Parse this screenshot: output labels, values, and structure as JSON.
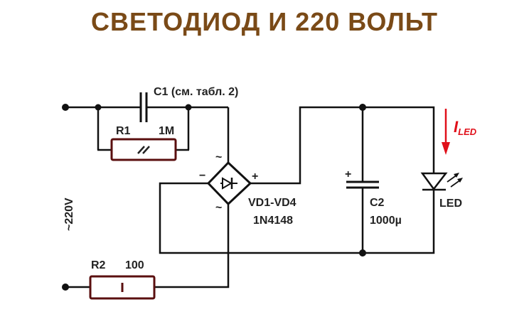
{
  "title": "СВЕТОДИОД И 220 ВОЛЬТ",
  "colors": {
    "title": "#7a4a17",
    "wire": "#111111",
    "resistor": "#5a0f0f",
    "current_arrow": "#e0101a"
  },
  "source": {
    "label": "~220V"
  },
  "components": {
    "c1": {
      "label": "C1 (см. табл. 2)"
    },
    "r1": {
      "name": "R1",
      "value": "1M",
      "symbol": "//"
    },
    "r2": {
      "name": "R2",
      "value": "100",
      "symbol": "I"
    },
    "bridge": {
      "name": "VD1-VD4",
      "part": "1N4148",
      "ac_mark": "~",
      "minus_mark": "−",
      "plus_mark": "+"
    },
    "c2": {
      "name": "C2",
      "value": "1000µ",
      "polarity": "+"
    },
    "led": {
      "name": "LED",
      "current_label_main": "I",
      "current_label_sub": "LED"
    }
  }
}
